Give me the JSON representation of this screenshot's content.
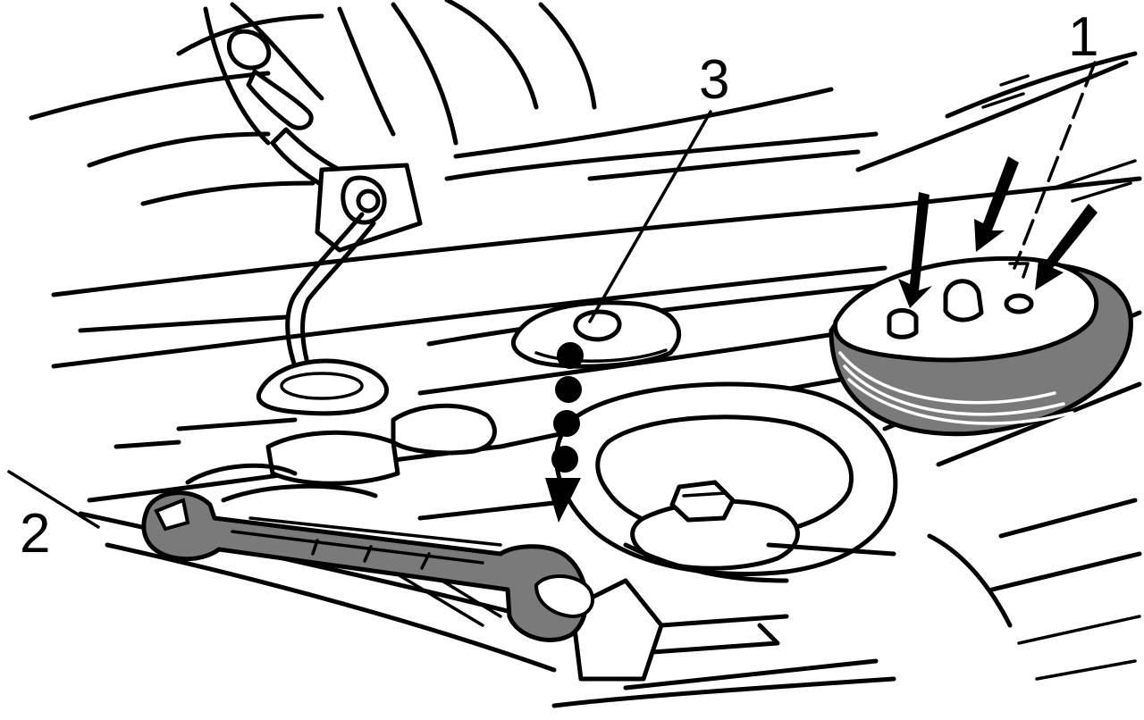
{
  "callouts": [
    {
      "id": "1",
      "label": "1"
    },
    {
      "id": "2",
      "label": "2"
    },
    {
      "id": "3",
      "label": "3"
    }
  ],
  "colors": {
    "ink": "#000000",
    "paper": "#ffffff",
    "shade": "#7a7a7a"
  }
}
